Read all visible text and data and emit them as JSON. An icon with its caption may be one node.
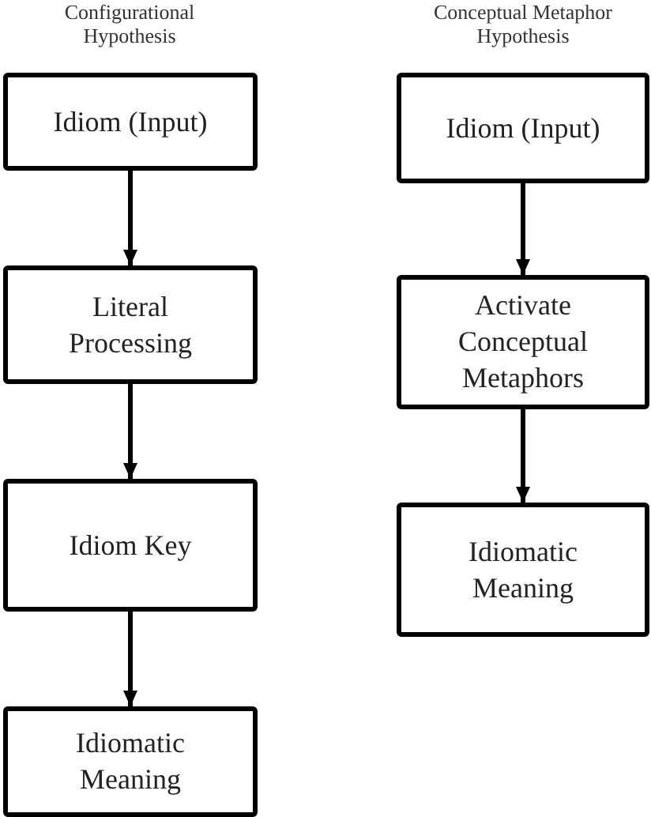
{
  "diagram": {
    "nodes": [
      {
        "text": [
          "Idiom (Input)"
        ]
      },
      {
        "text": [
          "Literal Processing"
        ]
      },
      {
        "text": [
          "Idiom Key"
        ]
      },
      {
        "text": [
          "Idiomatic Meaning"
        ]
      },
      {
        "text": [
          "Idiom (Input)"
        ]
      },
      {
        "text": [
          "Activate Conceptual Metaphors"
        ]
      },
      {
        "text": [
          "Idiomatic Meaning"
        ]
      }
    ],
    "edges": [
      {
        "from": 0,
        "to": 1,
        "arrow": "to"
      },
      {
        "from": 1,
        "to": 2,
        "arrow": "to"
      },
      {
        "from": 2,
        "to": 3,
        "arrow": "to"
      },
      {
        "from": 4,
        "to": 5,
        "arrow": "to"
      },
      {
        "from": 5,
        "to": 6,
        "arrow": "to"
      }
    ],
    "labels": [
      "Configurational Hypothesis",
      "Conceptual Metaphor Hypothesis"
    ]
  }
}
